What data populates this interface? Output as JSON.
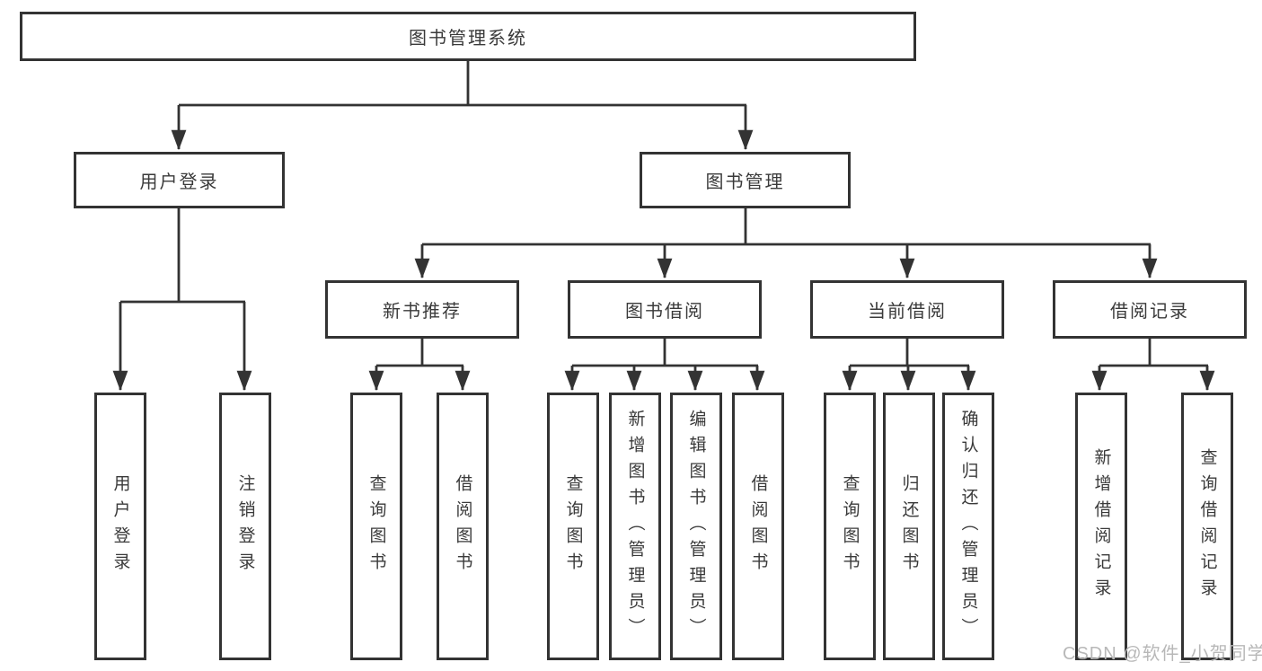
{
  "root": {
    "label": "图书管理系统"
  },
  "branches": {
    "login": {
      "label": "用户登录",
      "children": [
        "用户登录",
        "注销登录"
      ]
    },
    "management": {
      "label": "图书管理",
      "groups": [
        {
          "label": "新书推荐",
          "children": [
            "查询图书",
            "借阅图书"
          ]
        },
        {
          "label": "图书借阅",
          "children": [
            "查询图书",
            "新增图书（管理员）",
            "编辑图书（管理员）",
            "借阅图书"
          ]
        },
        {
          "label": "当前借阅",
          "children": [
            "查询图书",
            "归还图书",
            "确认归还（管理员）"
          ]
        },
        {
          "label": "借阅记录",
          "children": [
            "新增借阅记录",
            "查询借阅记录"
          ]
        }
      ]
    }
  },
  "watermark": {
    "text": "CSDN @软件_小贺同学"
  },
  "colors": {
    "line": "#333333",
    "box_border": "#333333",
    "box_fill": "#ffffff",
    "text": "#3a3a3a",
    "watermark": "#b8b8b8",
    "background": "#ffffff"
  }
}
